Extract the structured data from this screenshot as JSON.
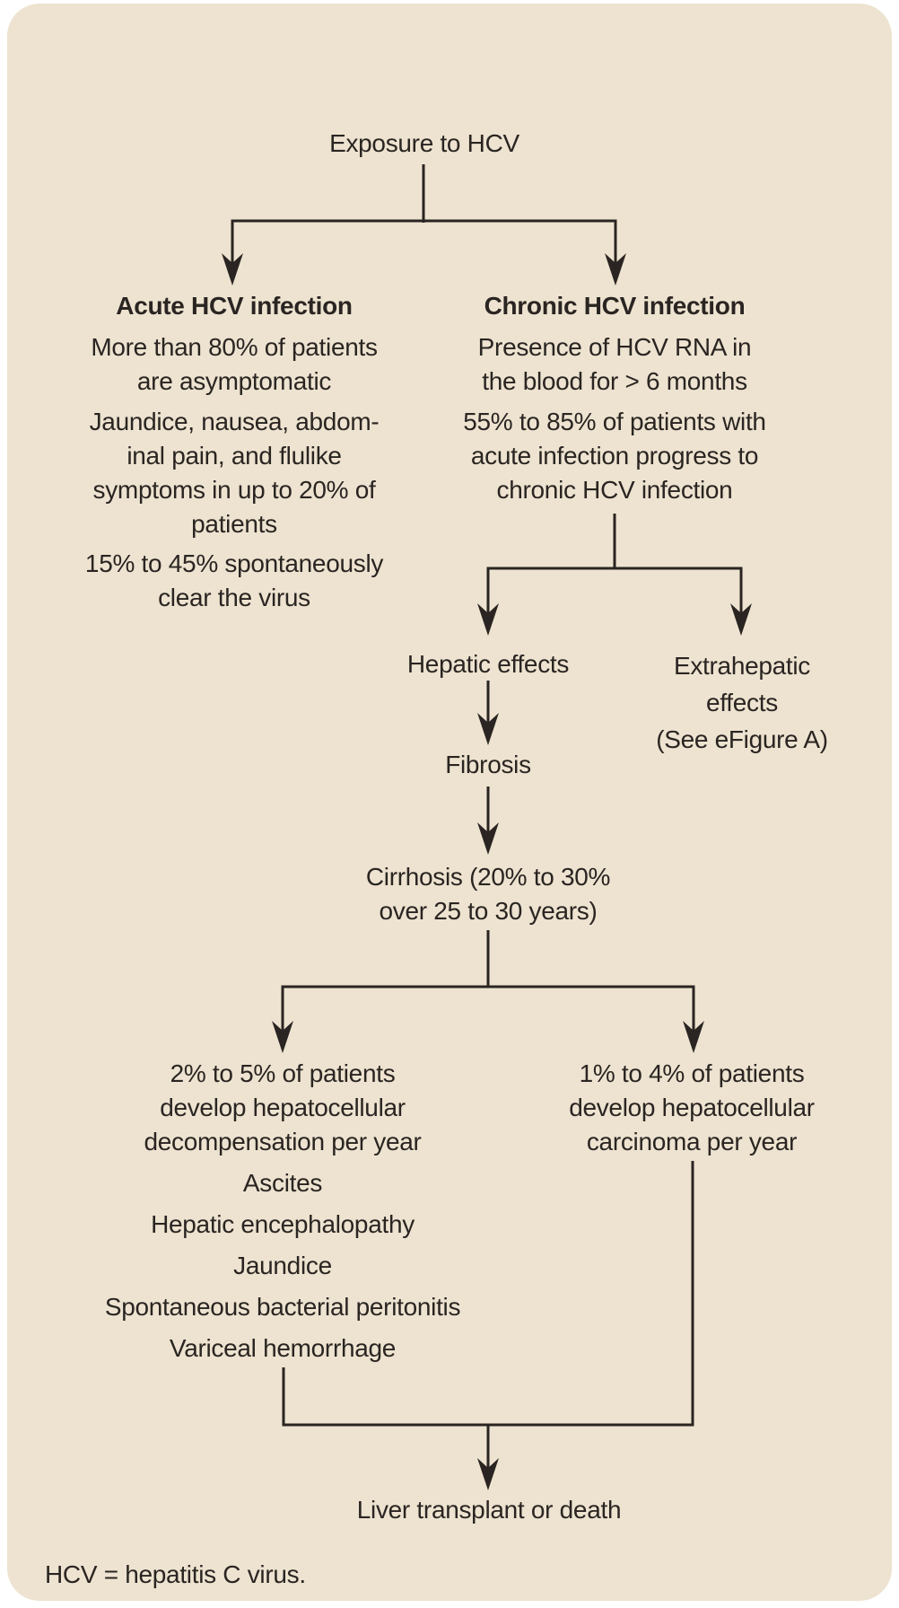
{
  "figure": {
    "background_color": "#EDE3D0",
    "line_color": "#2A2522",
    "text_color": "#2A2522"
  },
  "nodes": {
    "exposure": "Exposure to HCV",
    "acute": {
      "heading": "Acute HCV infection",
      "paragraphs": [
        "More than 80% of patients\nare asymptomatic",
        "Jaundice, nausea, abdom-\ninal pain, and flulike\nsymptoms in up to 20% of\npatients",
        "15% to 45% spontaneously\nclear the virus"
      ]
    },
    "chronic": {
      "heading": "Chronic HCV infection",
      "paragraphs": [
        "Presence of HCV RNA in\nthe blood for > 6 months",
        "55% to 85% of patients with\nacute infection progress to\nchronic HCV infection"
      ]
    },
    "hepatic_effects": "Hepatic effects",
    "extrahepatic_effects": "Extrahepatic\neffects\n(See eFigure A)",
    "fibrosis": "Fibrosis",
    "cirrhosis": "Cirrhosis (20% to 30%\nover 25 to 30 years)",
    "decompensation": {
      "lead": "2% to 5% of patients\ndevelop hepatocellular\ndecompensation per year",
      "complications": [
        "Ascites",
        "Hepatic encephalopathy",
        "Jaundice",
        "Spontaneous bacterial peritonitis",
        "Variceal hemorrhage"
      ]
    },
    "carcinoma": "1% to 4% of patients\ndevelop hepatocellular\ncarcinoma per year",
    "outcome": "Liver transplant or death"
  },
  "footnote": "HCV = hepatitis C virus."
}
